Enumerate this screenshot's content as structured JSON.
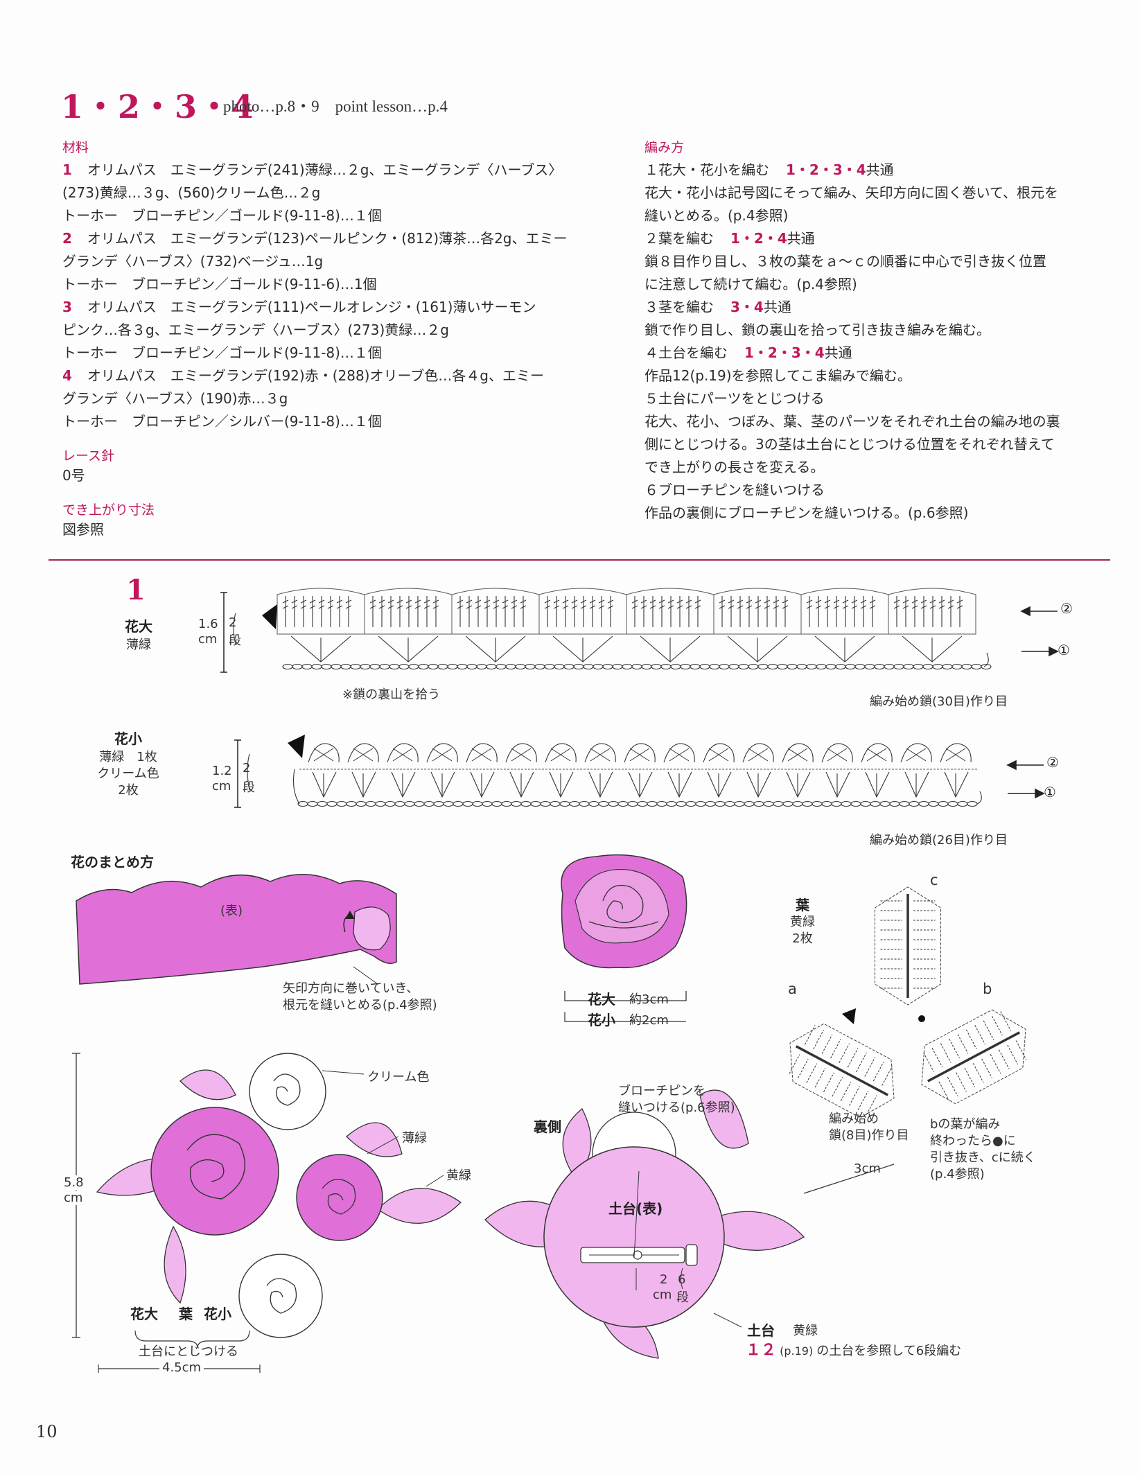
{
  "header": {
    "title_numbers": "1・2・3・4",
    "refs": "photo…p.8・9　point lesson…p.4"
  },
  "materials": {
    "heading": "材料",
    "lines": [
      {
        "num": "1",
        "text": "オリムパス　エミーグランデ(241)薄緑…２g、エミーグランデ〈ハーブス〉"
      },
      {
        "num": "",
        "text": "(273)黄緑…３g、(560)クリーム色…２g"
      },
      {
        "num": "",
        "text": "トーホー　ブローチピン／ゴールド(9-11-8)…１個"
      },
      {
        "num": "2",
        "text": "オリムパス　エミーグランデ(123)ペールピンク・(812)薄茶…各2g、エミー"
      },
      {
        "num": "",
        "text": "グランデ〈ハーブス〉(732)ベージュ…1g"
      },
      {
        "num": "",
        "text": "トーホー　ブローチピン／ゴールド(9-11-6)…1個"
      },
      {
        "num": "3",
        "text": "オリムパス　エミーグランデ(111)ペールオレンジ・(161)薄いサーモン"
      },
      {
        "num": "",
        "text": "ピンク…各３g、エミーグランデ〈ハーブス〉(273)黄緑…２g"
      },
      {
        "num": "",
        "text": "トーホー　ブローチピン／ゴールド(9-11-8)…１個"
      },
      {
        "num": "4",
        "text": "オリムパス　エミーグランデ(192)赤・(288)オリーブ色…各４g、エミー"
      },
      {
        "num": "",
        "text": "グランデ〈ハーブス〉(190)赤…３g"
      },
      {
        "num": "",
        "text": "トーホー　ブローチピン／シルバー(9-11-8)…１個"
      }
    ],
    "needle_heading": "レース針",
    "needle_value": "0号",
    "size_heading": "でき上がり寸法",
    "size_value": "図参照"
  },
  "method": {
    "heading": "編み方",
    "steps": [
      {
        "title": "１花大・花小を編む",
        "nums": "1・2・3・4",
        "suffix": "共通",
        "lines": [
          "花大・花小は記号図にそって編み、矢印方向に固く巻いて、根元を",
          "縫いとめる。(p.4参照)"
        ]
      },
      {
        "title": "２葉を編む",
        "nums": "1・2・4",
        "suffix": "共通",
        "lines": [
          "鎖８目作り目し、３枚の葉をａ～ｃの順番に中心で引き抜く位置",
          "に注意して続けて編む。(p.4参照)"
        ]
      },
      {
        "title": "３茎を編む",
        "nums": "3・4",
        "suffix": "共通",
        "lines": [
          "鎖で作り目し、鎖の裏山を拾って引き抜き編みを編む。"
        ]
      },
      {
        "title": "４土台を編む",
        "nums": "1・2・3・4",
        "suffix": "共通",
        "lines": [
          "作品12(p.19)を参照してこま編みで編む。"
        ]
      },
      {
        "title": "５土台にパーツをとじつける",
        "nums": "",
        "suffix": "",
        "lines": [
          "花大、花小、つぼみ、葉、茎のパーツをそれぞれ土台の編み地の裏",
          "側にとじつける。3の茎は土台にとじつける位置をそれぞれ替えて",
          "でき上がりの長さを変える。"
        ]
      },
      {
        "title": "６ブローチピンを縫いつける",
        "nums": "",
        "suffix": "",
        "lines": [
          "作品の裏側にブローチピンを縫いつける。(p.6参照)"
        ]
      }
    ]
  },
  "diagram": {
    "number": "1",
    "flower_large": {
      "name": "花大",
      "color": "薄緑",
      "size": "1.6",
      "unit": "cm",
      "rows": "2",
      "rows_unit": "段",
      "note": "※鎖の裏山を拾う",
      "start": "編み始め鎖(30目)作り目",
      "row2": "②",
      "row1": "①"
    },
    "flower_small": {
      "name": "花小",
      "color1": "薄緑　1枚",
      "color2": "クリーム色",
      "count2": "2枚",
      "size": "1.2",
      "unit": "cm",
      "rows": "2",
      "rows_unit": "段",
      "start": "編み始め鎖(26目)作り目",
      "row2": "②",
      "row1": "①"
    },
    "assembly": {
      "heading": "花のまとめ方",
      "face": "(表)",
      "note1": "矢印方向に巻いていき、",
      "note2": "根元を縫いとめる(p.4参照)"
    },
    "rose_sizes": {
      "large_name": "花大",
      "large": "約3cm",
      "small_name": "花小",
      "small": "約2cm"
    },
    "leaf": {
      "name": "葉",
      "color": "黄緑",
      "count": "2枚",
      "a": "a",
      "b": "b",
      "c": "c",
      "start1": "編み始め",
      "start2": "鎖(8目)作り目",
      "note1": "bの葉が編み",
      "note2": "終わったら●に",
      "note3": "引き抜き、cに続く",
      "note4": "(p.4参照)",
      "size": "3cm"
    },
    "bouquet": {
      "cream": "クリーム色",
      "light_green": "薄緑",
      "yellow_green": "黄緑",
      "height": "5.8",
      "height_unit": "cm",
      "label_large": "花大",
      "label_leaf": "葉",
      "label_small": "花小",
      "attach": "土台にとじつける",
      "width": "4.5cm"
    },
    "back": {
      "heading": "裏側",
      "pin1": "ブローチピンを",
      "pin2": "縫いつける(p.6参照)",
      "base_face": "土台(表)",
      "dim_w": "2",
      "dim_w_unit": "cm",
      "dim_rows": "6",
      "dim_rows_unit": "段",
      "base_name": "土台",
      "base_color": "黄緑",
      "ref_num": "１２",
      "ref_page": "(p.19)",
      "ref_text": "の土台を参照して6段編む"
    }
  },
  "footer": {
    "page_number": "10"
  },
  "colors": {
    "accent": "#c0165c",
    "rose": "#e070d8",
    "rose_light": "#f2b6ee",
    "rule": "#a0284a"
  }
}
